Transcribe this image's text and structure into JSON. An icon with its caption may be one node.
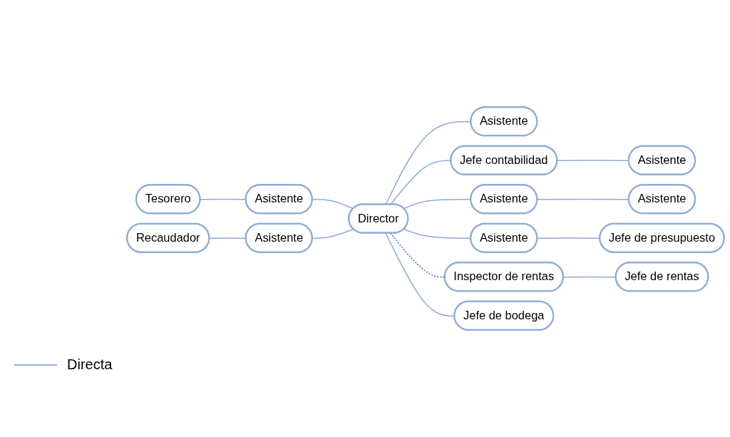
{
  "diagram": {
    "nodes": [
      {
        "text": [
          "Asistente"
        ]
      },
      {
        "text": [
          "Director"
        ]
      },
      {
        "text": [
          "Jefe contabilidad"
        ]
      },
      {
        "text": [
          "Asistente"
        ]
      },
      {
        "text": [
          "Tesorero"
        ]
      },
      {
        "text": [
          "Asistente"
        ]
      },
      {
        "text": [
          "Asistente"
        ]
      },
      {
        "text": [
          "Asistente"
        ]
      },
      {
        "text": [
          "Recaudador"
        ]
      },
      {
        "text": [
          "Asistente"
        ]
      },
      {
        "text": [
          "Asistente"
        ]
      },
      {
        "text": [
          "Jefe de presupuesto"
        ]
      },
      {
        "text": [
          "Inspector de rentas"
        ]
      },
      {
        "text": [
          "Jefe de rentas"
        ]
      },
      {
        "text": [
          "Jefe de bodega"
        ]
      }
    ],
    "edges": [
      {
        "from": 1,
        "to": 0,
        "arrow": "none"
      },
      {
        "from": 4,
        "to": 5,
        "arrow": "none"
      },
      {
        "from": 5,
        "to": 1,
        "arrow": "none"
      },
      {
        "from": 8,
        "to": 9,
        "arrow": "none"
      },
      {
        "from": 9,
        "to": 1,
        "arrow": "none"
      },
      {
        "from": 1,
        "to": 2,
        "arrow": "none"
      },
      {
        "from": 1,
        "to": 6,
        "arrow": "none"
      },
      {
        "from": 2,
        "to": 3,
        "arrow": "none"
      },
      {
        "from": 6,
        "to": 7,
        "arrow": "none"
      },
      {
        "from": 1,
        "to": 10,
        "arrow": "none"
      },
      {
        "from": 10,
        "to": 11,
        "arrow": "none"
      },
      {
        "from": 1,
        "to": 12,
        "arrow": "none",
        "style": "dashed",
        "color": "#4472c4"
      },
      {
        "from": 12,
        "to": 13,
        "arrow": "none"
      },
      {
        "from": 1,
        "to": 14,
        "arrow": "none"
      }
    ],
    "legend": [
      {
        "text": "Directa"
      }
    ]
  }
}
